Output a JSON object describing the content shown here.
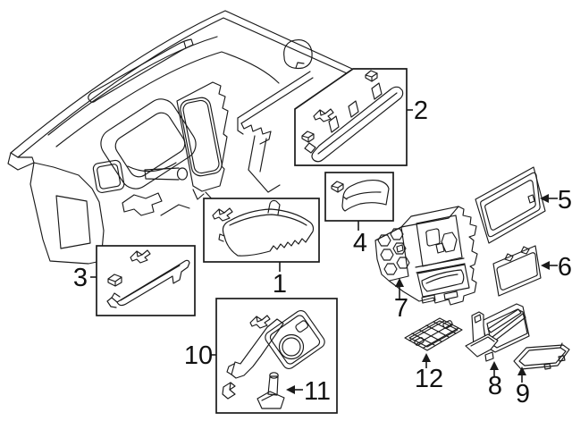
{
  "diagram": {
    "type": "exploded-parts-line-diagram",
    "background_color": "#ffffff",
    "line_color": "#1a1a1a",
    "label_color": "#111111",
    "callouts": [
      {
        "label": "1"
      },
      {
        "label": "2"
      },
      {
        "label": "3"
      },
      {
        "label": "4"
      },
      {
        "label": "5"
      },
      {
        "label": "6"
      },
      {
        "label": "7"
      },
      {
        "label": "8"
      },
      {
        "label": "9"
      },
      {
        "label": "10"
      },
      {
        "label": "11"
      },
      {
        "label": "12"
      }
    ]
  }
}
